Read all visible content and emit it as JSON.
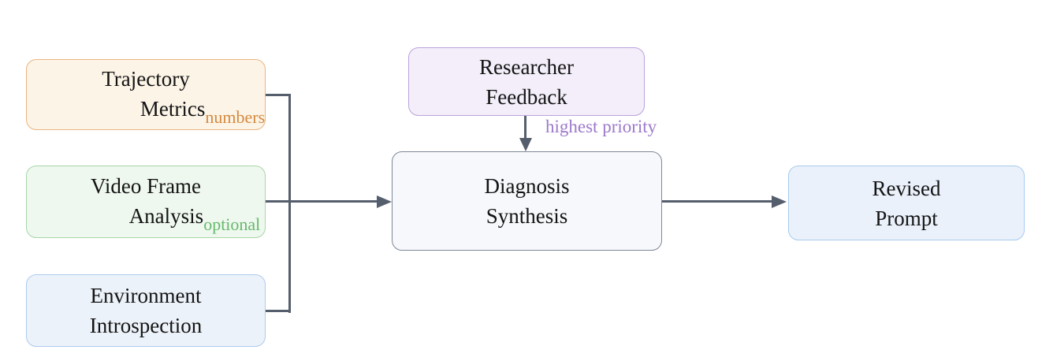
{
  "palette": {
    "canvas_background": "#ffffff",
    "node_text": "#141414",
    "arrow": "#555e6c",
    "trajectory_fill": "#fcf4e7",
    "trajectory_border": "#ebb582",
    "numbers_text": "#d48a3f",
    "video_fill": "#eff8ef",
    "video_border": "#a7d6a9",
    "optional_text": "#66b96b",
    "environment_fill": "#ecf2fa",
    "environment_border": "#adcbec",
    "researcher_fill": "#f3eef9",
    "researcher_border": "#bba3db",
    "highest_priority_text": "#9c79cb",
    "diagnosis_fill": "#f7f8fb",
    "diagnosis_border": "#7e8897",
    "revised_fill": "#eaf1fb",
    "revised_border": "#a8cbee"
  },
  "nodes": {
    "trajectory_metrics": {
      "line1": "Trajectory",
      "line2": "Metrics",
      "subscript": "numbers"
    },
    "video_frame_analysis": {
      "line1": "Video Frame",
      "line2": "Analysis",
      "subscript": "optional"
    },
    "environment_introspection": {
      "line1": "Environment",
      "line2": "Introspection"
    },
    "researcher_feedback": {
      "line1": "Researcher",
      "line2": "Feedback"
    },
    "diagnosis_synthesis": {
      "line1": "Diagnosis",
      "line2": "Synthesis"
    },
    "revised_prompt": {
      "line1": "Revised",
      "line2": "Prompt"
    }
  },
  "edge_labels": {
    "highest_priority": "highest priority"
  }
}
